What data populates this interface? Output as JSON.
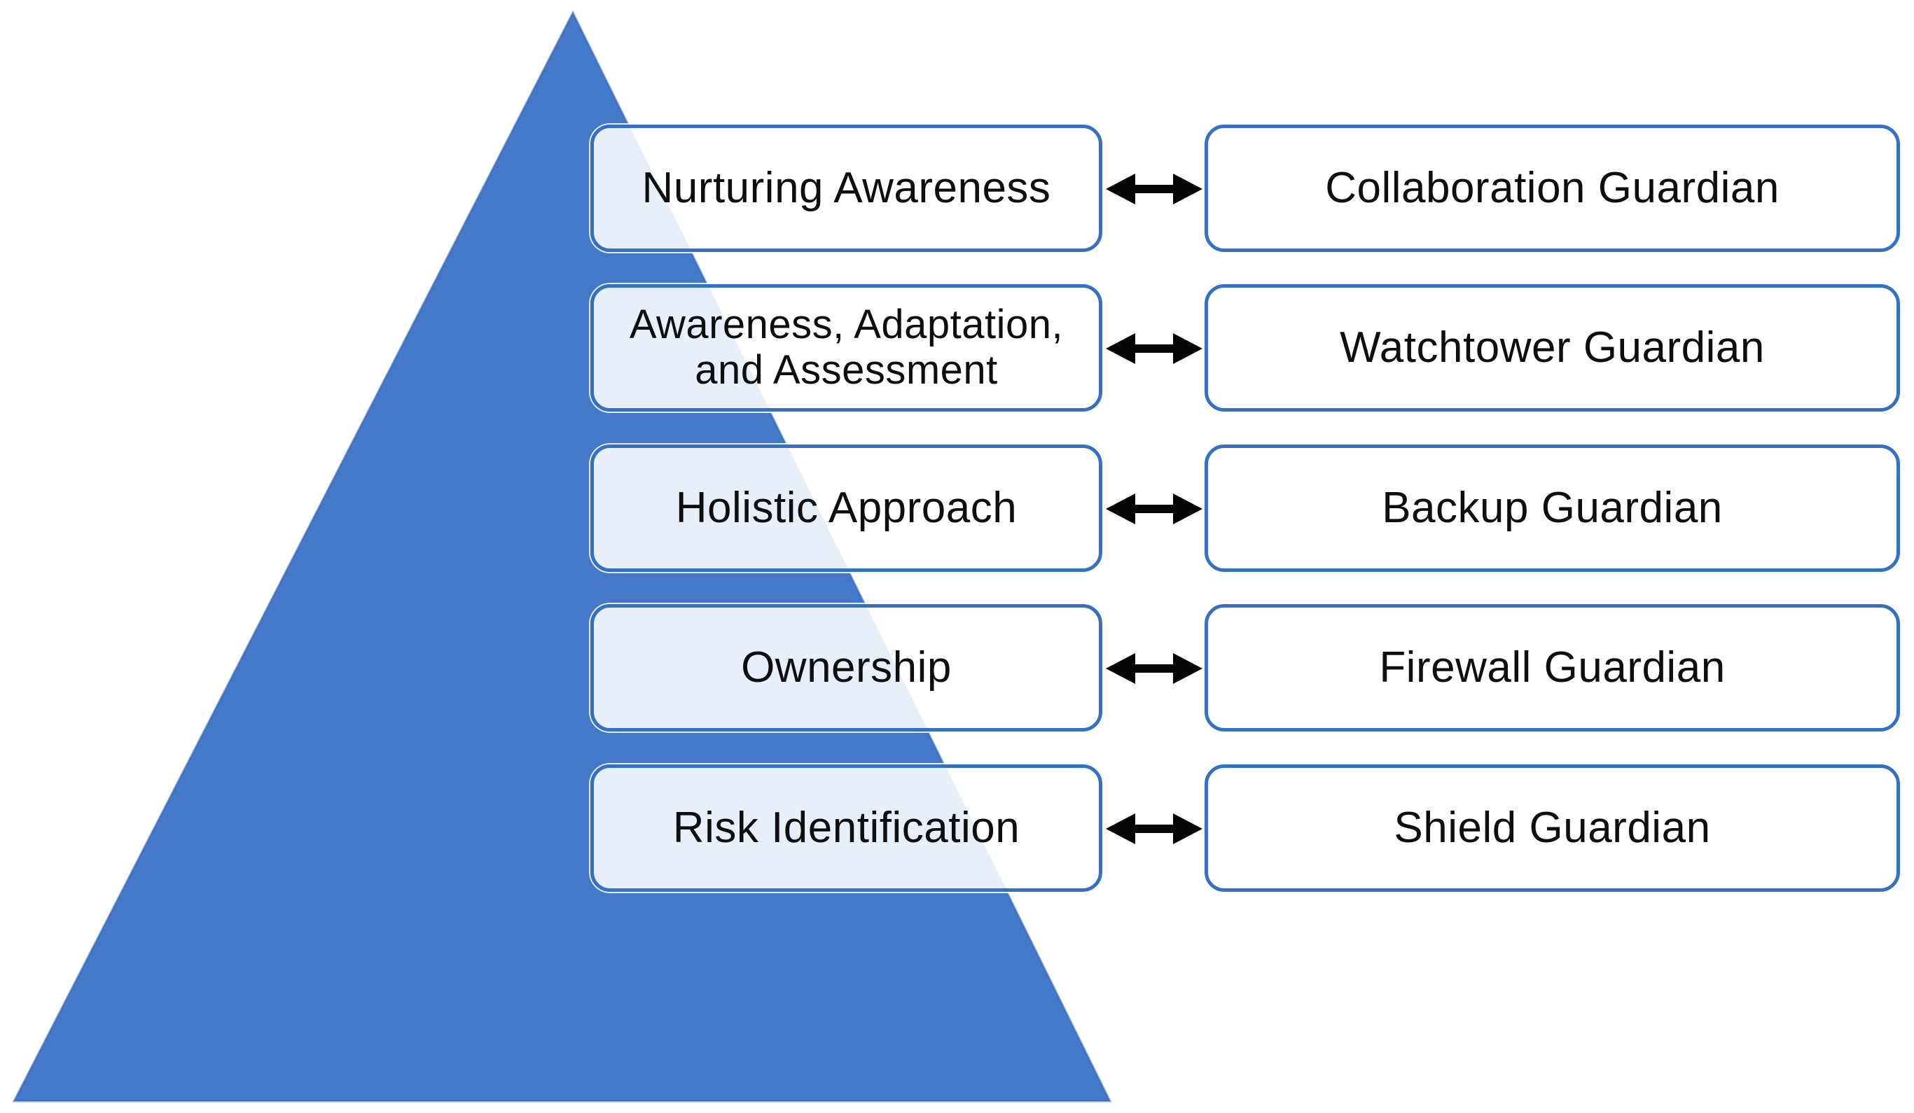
{
  "diagram": {
    "type": "pyramid-mapping",
    "colors": {
      "pyramid": "#4478C9",
      "pyramid_edge": "#2F63B2",
      "box_border": "#3471C2",
      "box_fill_tint_over_pyramid": "#E9EEF8",
      "arrow": "#050505",
      "text": "#0E0E0E"
    },
    "rows": [
      {
        "left": "Nurturing Awareness",
        "right": "Collaboration Guardian"
      },
      {
        "left": "Awareness, Adaptation,\nand Assessment",
        "right": "Watchtower Guardian"
      },
      {
        "left": "Holistic Approach",
        "right": "Backup Guardian"
      },
      {
        "left": "Ownership",
        "right": "Firewall Guardian"
      },
      {
        "left": "Risk Identification",
        "right": "Shield Guardian"
      }
    ]
  }
}
